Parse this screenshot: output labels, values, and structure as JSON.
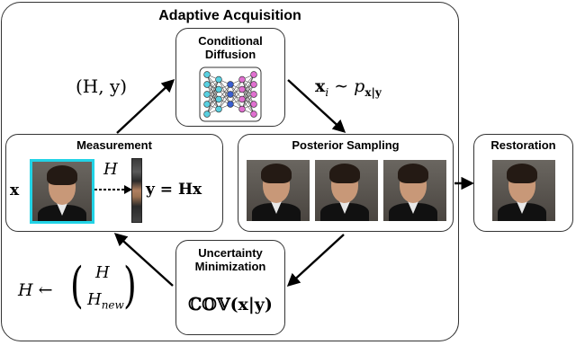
{
  "outer": {
    "title": "Adaptive Acquisition"
  },
  "diffusion": {
    "title_line1": "Conditional",
    "title_line2": "Diffusion"
  },
  "measurement": {
    "title": "Measurement",
    "x": "x",
    "h": "H",
    "eq": "y = Hx"
  },
  "posterior": {
    "title": "Posterior Sampling"
  },
  "uncertainty": {
    "title_line1": "Uncertainty",
    "title_line2": "Minimization",
    "expr": "ℂ𝕆𝕍(x|y)"
  },
  "restoration": {
    "title": "Restoration"
  },
  "labels": {
    "hy": "(H, y)",
    "xi": "x",
    "xi_sub": "i",
    "sim": "∼ p",
    "p_sub": "x|y",
    "update_lhs": "H ←",
    "update_top": "H",
    "update_bottom": "H",
    "update_bottom_sub": "new"
  },
  "colors": {
    "highlight": "#22d3e6",
    "stroke": "#000000",
    "node_cyan": "#5ad0e0",
    "node_blue": "#3a5fd0",
    "node_pink": "#e070d0"
  }
}
